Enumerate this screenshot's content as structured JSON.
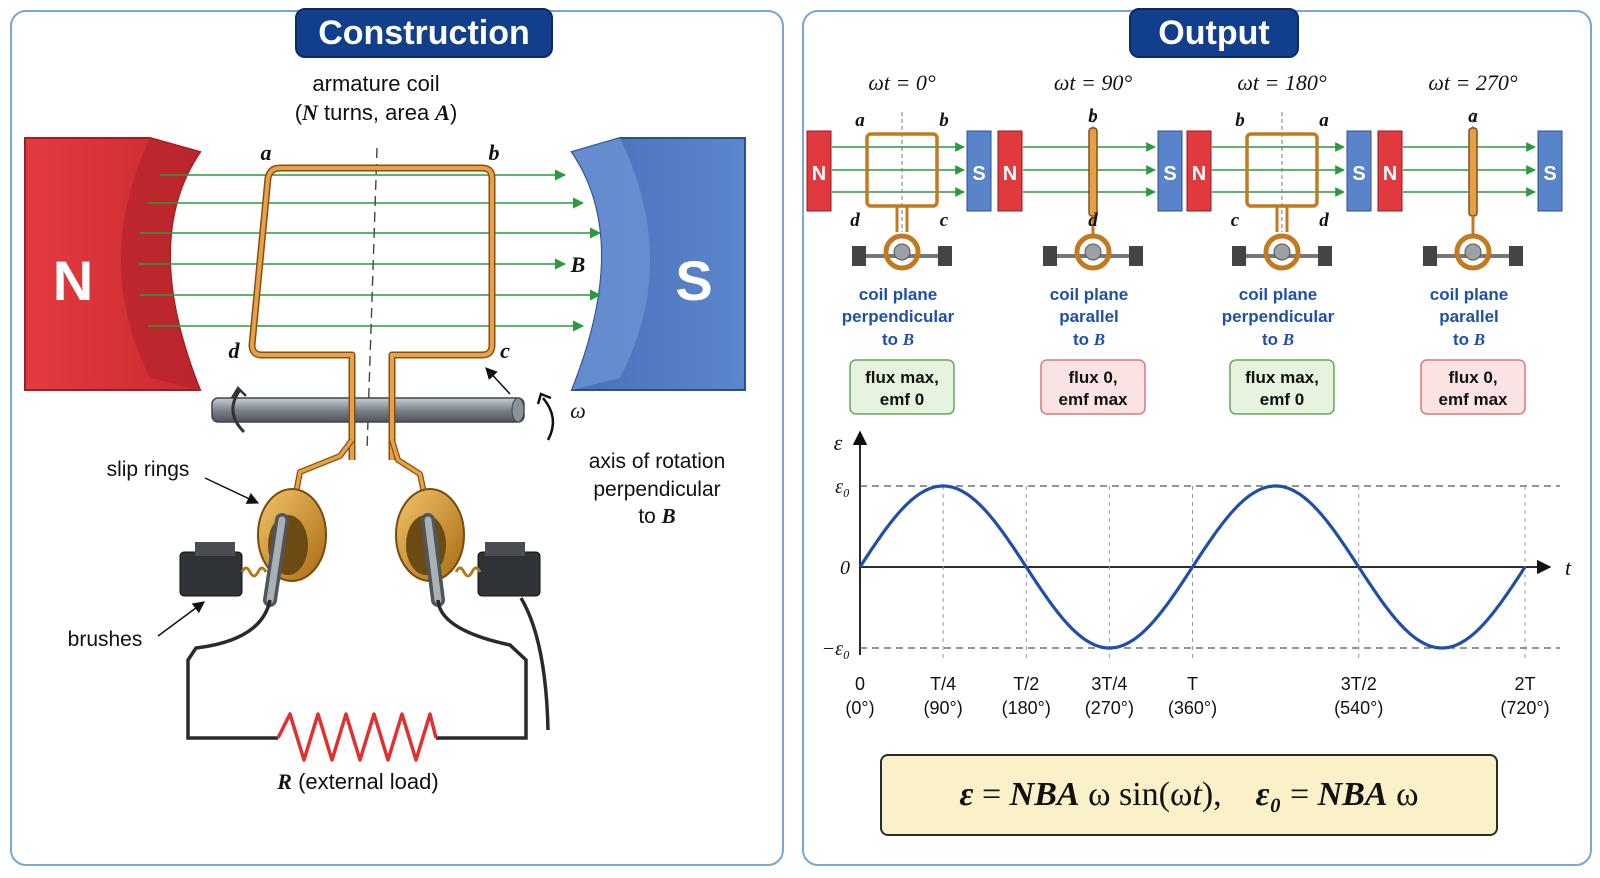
{
  "construction": {
    "title": "Construction",
    "coil_label_line1": "armature coil",
    "coil_label_line2_pre": "(",
    "coil_label_N": "N",
    "coil_label_mid": " turns, area ",
    "coil_label_A": "A",
    "coil_label_post": ")",
    "north": "N",
    "south": "S",
    "corner_a": "a",
    "corner_b": "b",
    "corner_c": "c",
    "corner_d": "d",
    "field_B": "B",
    "omega": "ω",
    "slip_rings": "slip rings",
    "brushes": "brushes",
    "axis_line1": "axis of rotation",
    "axis_line2": "perpendicular",
    "axis_line3_pre": "to ",
    "axis_line3_B": "B",
    "load_R": "R",
    "load_text": " (external load)"
  },
  "output": {
    "title": "Output",
    "states": [
      {
        "angle": "ωt = 0°",
        "c1": "a",
        "c2": "b",
        "c3": "d",
        "c4": "c",
        "l1": "coil plane",
        "l2": "perpendicular",
        "l3": "to ",
        "lB": "B",
        "s1": "flux max,",
        "s2": "emf 0",
        "type": "max"
      },
      {
        "angle": "ωt = 90°",
        "c1": "b",
        "c2": "",
        "c3": "d",
        "c4": "",
        "l1": "coil plane",
        "l2": "parallel",
        "l3": "to ",
        "lB": "B",
        "s1": "flux 0,",
        "s2": "emf max",
        "type": "zero"
      },
      {
        "angle": "ωt = 180°",
        "c1": "b",
        "c2": "a",
        "c3": "c",
        "c4": "d",
        "l1": "coil plane",
        "l2": "perpendicular",
        "l3": "to ",
        "lB": "B",
        "s1": "flux max,",
        "s2": "emf 0",
        "type": "max"
      },
      {
        "angle": "ωt = 270°",
        "c1": "a",
        "c2": "",
        "c3": "",
        "c4": "",
        "l1": "coil plane",
        "l2": "parallel",
        "l3": "to ",
        "lB": "B",
        "s1": "flux 0,",
        "s2": "emf max",
        "type": "zero"
      }
    ],
    "magnet_N": "N",
    "magnet_S": "S",
    "graph": {
      "y_axis": "ε",
      "x_axis": "t",
      "y_ticks": [
        "ε₀",
        "0",
        "−ε₀"
      ],
      "x_ticks": [
        {
          "top": "0",
          "bottom": "(0°)"
        },
        {
          "top": "T/4",
          "bottom": "(90°)"
        },
        {
          "top": "T/2",
          "bottom": "(180°)"
        },
        {
          "top": "3T/4",
          "bottom": "(270°)"
        },
        {
          "top": "T",
          "bottom": "(360°)"
        },
        {
          "top": "3T/2",
          "bottom": "(540°)"
        },
        {
          "top": "2T",
          "bottom": "(720°)"
        }
      ]
    },
    "formula": {
      "eps": "ε",
      "eq1": " = ",
      "nba1": "NBA",
      "sin": " ω sin(ω",
      "t": "t",
      "close": "),    ",
      "eps0": "ε₀",
      "eq2": " = ",
      "nba2": "NBA",
      "w": " ω"
    }
  },
  "colors": {
    "title_bg": "#123f8c",
    "north": "#e0393e",
    "south": "#4f78c0",
    "field": "#2a9a3a",
    "coil": "#d98a2b",
    "curve": "#1f4fa8",
    "label_blue": "#1f4fa8",
    "box_green": "#e6f3df",
    "box_red": "#fbe3e3",
    "formula_bg": "#fbf1c8"
  }
}
